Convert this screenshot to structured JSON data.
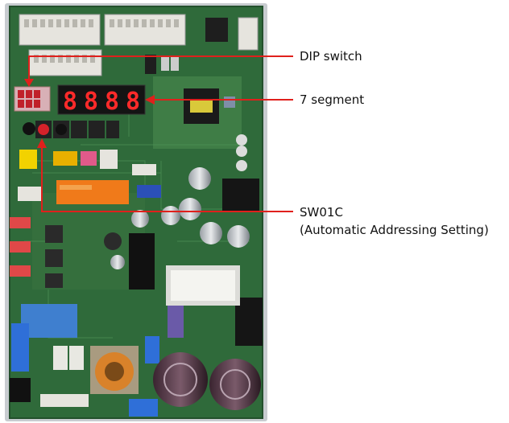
{
  "labels": {
    "dip_switch": "DIP switch",
    "seven_segment": "7 segment",
    "sw01c_line1": "SW01C",
    "sw01c_line2": "(Automatic Addressing Setting)"
  },
  "segment_display": {
    "digits": [
      "8",
      "8",
      "8",
      "8"
    ],
    "color": "#ff2a2a"
  },
  "colors": {
    "board": "#2f6a3a",
    "board_light": "#3f7d46",
    "callout_line": "#e0201c",
    "frame": "#c8ccd0"
  }
}
